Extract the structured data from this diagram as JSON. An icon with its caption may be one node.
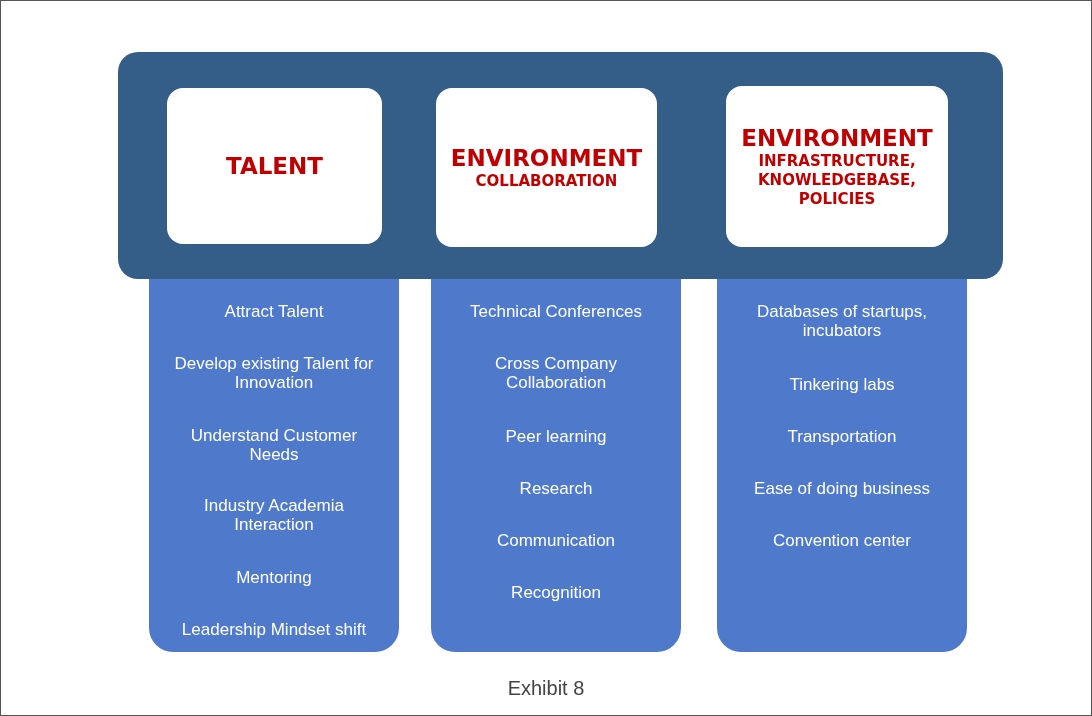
{
  "diagram": {
    "caption": "Exhibit 8",
    "nodes": [
      {
        "text": [],
        "shape": "box"
      },
      {
        "text": [
          "TALENT"
        ],
        "in": 0
      },
      {
        "text": [
          "ENVIRONMENT",
          "COLLABORATION"
        ],
        "in": 0
      },
      {
        "text": [
          "ENVIRONMENT",
          "INFRASTRUCTURE, KNOWLEDGEBASE, POLICIES"
        ],
        "in": 0
      },
      {
        "text": [
          "Attract Talent",
          "Develop existing Talent for Innovation",
          "Understand Customer Needs",
          "Industry Academia Interaction",
          "Mentoring",
          "Leadership Mindset shift"
        ]
      },
      {
        "text": [
          "Technical Conferences",
          "Cross Company Collaboration",
          "Peer learning",
          "Research",
          "Communication",
          "Recognition"
        ]
      },
      {
        "text": [
          "Databases of startups, incubators",
          "Tinkering labs",
          "Transportation",
          "Ease of doing business",
          "Convention center"
        ]
      }
    ],
    "edges": []
  }
}
